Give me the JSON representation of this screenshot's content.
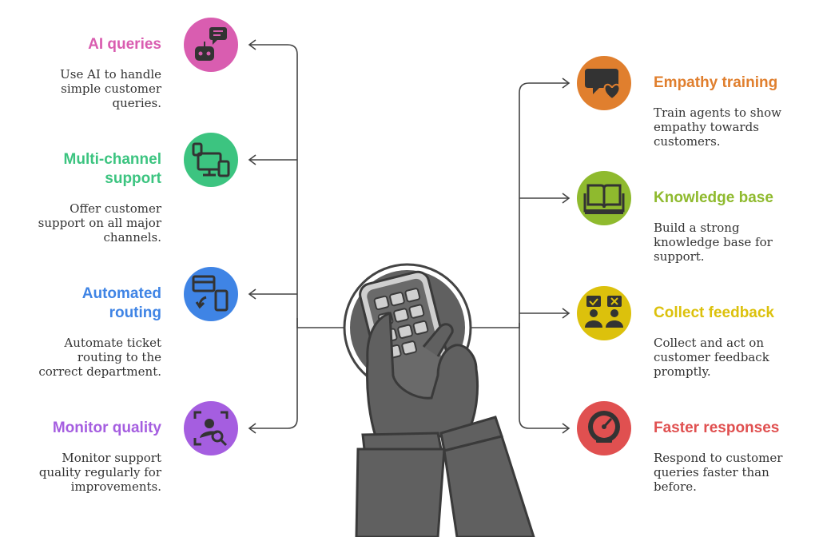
{
  "colors": {
    "pink": "#d95db0",
    "green": "#3cc480",
    "blue": "#3f84e5",
    "purple": "#a55ee0",
    "orange": "#e07f2e",
    "lime": "#8fba2e",
    "yellow": "#dcc10c",
    "red": "#e05050",
    "line": "#444444",
    "hand": "#5f5f5f"
  },
  "left_items": [
    {
      "title": "AI queries",
      "desc": "Use AI to handle simple customer queries.",
      "icon": "robot-chat-icon"
    },
    {
      "title": "Multi-channel support",
      "desc": "Offer customer support on all major channels.",
      "icon": "devices-icon"
    },
    {
      "title": "Automated routing",
      "desc": "Automate ticket routing to the correct department.",
      "icon": "card-to-phone-icon"
    },
    {
      "title": "Monitor quality",
      "desc": "Monitor support quality regularly for improvements.",
      "icon": "user-search-icon"
    }
  ],
  "right_items": [
    {
      "title": "Empathy training",
      "desc": "Train agents to show empathy towards customers.",
      "icon": "chat-heart-icon"
    },
    {
      "title": "Knowledge base",
      "desc": "Build a strong knowledge base for support.",
      "icon": "book-icon"
    },
    {
      "title": "Collect feedback",
      "desc": "Collect and act on customer feedback promptly.",
      "icon": "feedback-people-icon"
    },
    {
      "title": "Faster responses",
      "desc": "Respond to customer queries faster than before.",
      "icon": "speedometer-icon"
    }
  ],
  "center": {
    "icon": "hand-keypad-icon"
  }
}
